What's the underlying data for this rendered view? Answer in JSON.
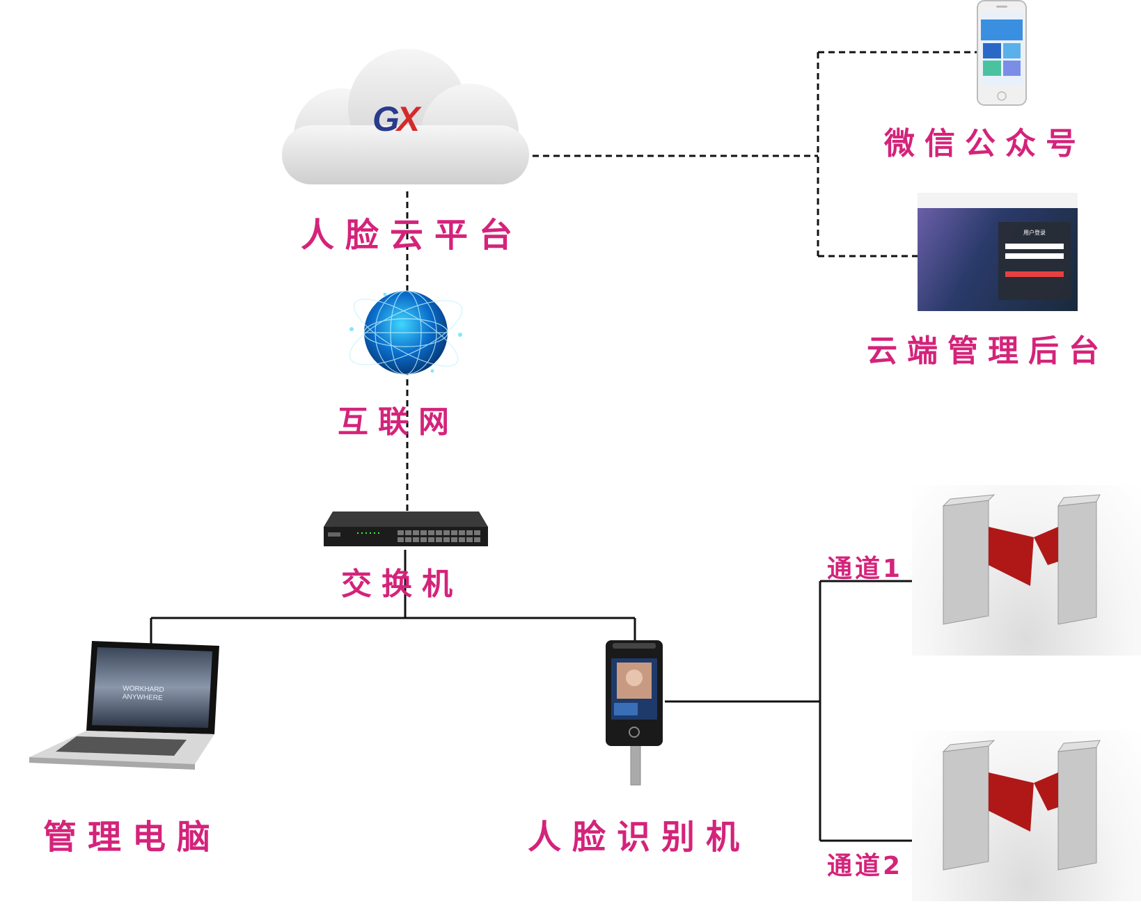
{
  "cloud": {
    "logo_text": "GX",
    "label": "人脸云平台"
  },
  "internet": {
    "label": "互联网"
  },
  "switch": {
    "label": "交换机"
  },
  "wechat": {
    "label": "微信公众号"
  },
  "backend": {
    "label": "云端管理后台",
    "login_title": "用户登录"
  },
  "laptop": {
    "label": "管理电脑",
    "wallpaper_line1": "WORKHARD",
    "wallpaper_line2": "ANYWHERE"
  },
  "face_terminal": {
    "label": "人脸识别机"
  },
  "channels": [
    {
      "label": "通道1"
    },
    {
      "label": "通道2"
    }
  ],
  "colors": {
    "label": "#d4237a",
    "line": "#111111",
    "logo_blue": "#2a3a8c",
    "logo_red": "#d42a2a",
    "gate_red": "#b01818"
  }
}
